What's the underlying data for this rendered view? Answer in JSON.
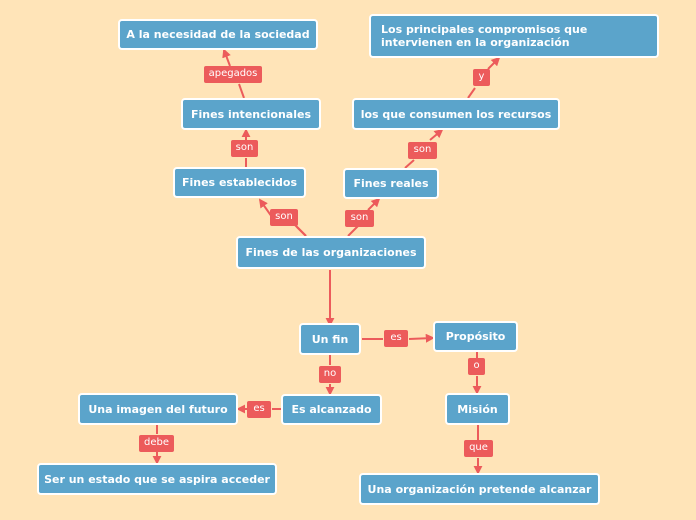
{
  "colors": {
    "background": "#ffe4b8",
    "node_fill": "#5ba4cb",
    "node_border": "#ffffff",
    "connector": "#ec5b5b",
    "label_fill": "#ec5b5b",
    "text": "#ffffff"
  },
  "nodes": {
    "root": "Fines de las organizaciones",
    "fines_establecidos": "Fines establecidos",
    "fines_intencionales": "Fines intencionales",
    "necesidad_sociedad": "A la necesidad de la sociedad",
    "fines_reales": "Fines reales",
    "consumen_recursos": "los que consumen los recursos",
    "compromisos": "Los principales compromisos que intervienen en la organización",
    "un_fin": "Un fin",
    "proposito": "Propósito",
    "mision": "Misión",
    "organizacion_pretende": "Una organización pretende alcanzar",
    "es_alcanzado": "Es alcanzado",
    "imagen_futuro": "Una imagen del futuro",
    "estado_aspira": "Ser un estado que se aspira acceder"
  },
  "labels": {
    "son_left_root": "son",
    "son_right_root": "son",
    "son_establecidos": "son",
    "apegados": "apegados",
    "son_reales": "son",
    "y": "y",
    "es_proposito": "es",
    "o": "o",
    "que": "que",
    "no": "no",
    "es_imagen": "es",
    "debe": "debe"
  }
}
